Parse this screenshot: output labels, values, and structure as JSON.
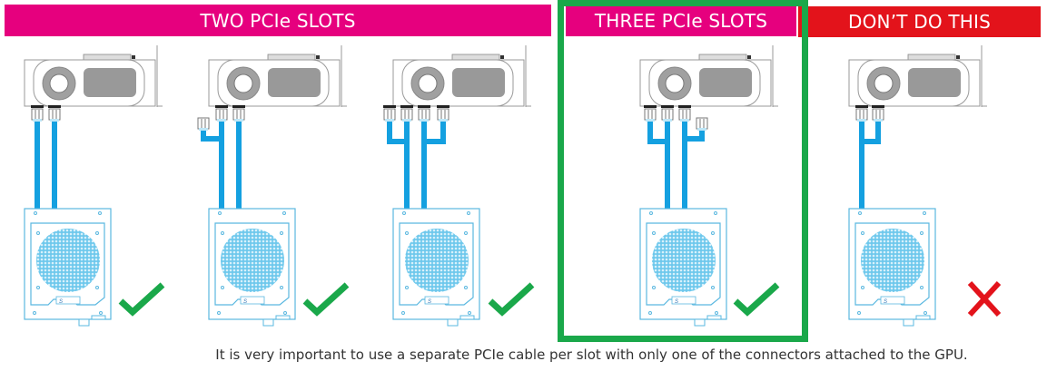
{
  "headers": {
    "two_slots": "TWO PCIe SLOTS",
    "three_slots": "THREE PCIe SLOTS",
    "dont": "DON’T DO THIS"
  },
  "panels": [
    {
      "group": "two_slots",
      "status": "check",
      "status_icon": "checkmark-icon"
    },
    {
      "group": "two_slots",
      "status": "check",
      "status_icon": "checkmark-icon"
    },
    {
      "group": "two_slots",
      "status": "check",
      "status_icon": "checkmark-icon"
    },
    {
      "group": "three_slots",
      "status": "check",
      "status_icon": "checkmark-icon"
    },
    {
      "group": "dont",
      "status": "cross",
      "status_icon": "cross-icon"
    }
  ],
  "caption": "It is very important to use a separate PCIe cable per slot with only one of the connectors attached to the GPU.",
  "colors": {
    "magenta": "#e6007e",
    "red": "#e3131b",
    "green": "#1aa84a",
    "cable": "#14a0e0",
    "psu_outline": "#5ab8e0"
  }
}
